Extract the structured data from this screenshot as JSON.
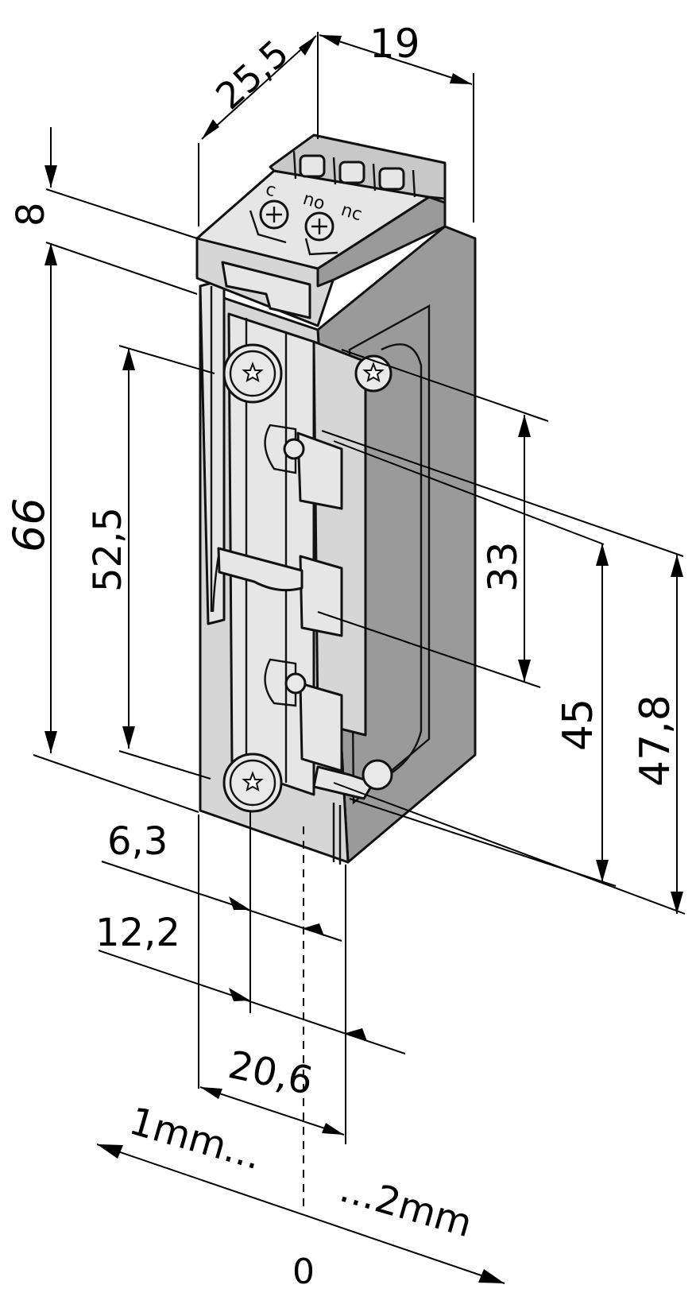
{
  "dimensions": {
    "top_depth": "25,5",
    "top_width": "19",
    "terminal_height": "8",
    "total_height": "66",
    "screw_spacing": "52,5",
    "latch_length": "33",
    "inner_length": "45",
    "outer_length": "47,8",
    "offset_small": "6,3",
    "offset_large": "12,2",
    "front_width": "20,6"
  },
  "terminal_labels": {
    "left": "c",
    "middle": "no",
    "right": "nc"
  },
  "adjustment": {
    "left": "1mm...",
    "right": "...2mm",
    "zero": "0"
  }
}
